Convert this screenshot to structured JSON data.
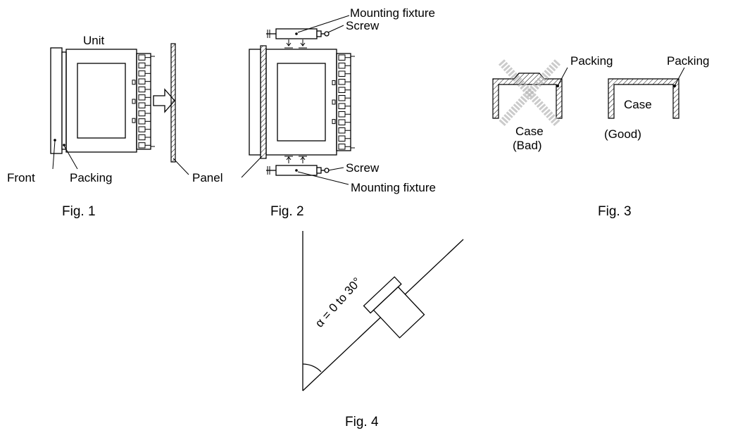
{
  "fig1": {
    "caption": "Fig. 1",
    "labels": {
      "unit": "Unit",
      "front": "Front",
      "packing": "Packing"
    }
  },
  "fig2": {
    "caption": "Fig. 2",
    "labels": {
      "mounting_fixture_top": "Mounting fixture",
      "screw_top": "Screw",
      "panel": "Panel",
      "screw_bottom": "Screw",
      "mounting_fixture_bottom": "Mounting fixture"
    }
  },
  "fig3": {
    "caption": "Fig. 3",
    "bad": {
      "packing": "Packing",
      "case": "Case",
      "status": "(Bad)"
    },
    "good": {
      "packing": "Packing",
      "case": "Case",
      "status": "(Good)"
    }
  },
  "fig4": {
    "caption": "Fig. 4",
    "angle_label": "α = 0 to 30°"
  }
}
